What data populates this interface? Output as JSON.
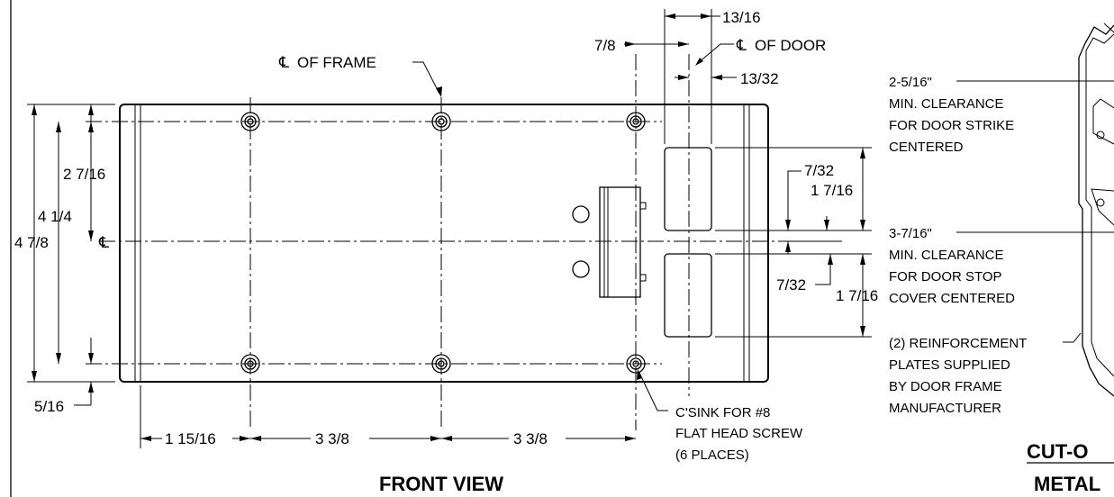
{
  "front_view": {
    "title": "FRONT VIEW",
    "centerline_frame": "OF FRAME",
    "centerline_door": "OF DOOR",
    "dims": {
      "top_13_16": "13/16",
      "top_7_8": "7/8",
      "top_13_32": "13/32",
      "left_2_7_16": "2 7/16",
      "left_4_1_4": "4 1/4",
      "left_4_7_8": "4 7/8",
      "bottom_5_16": "5/16",
      "bottom_1_15_16": "1 15/16",
      "bottom_3_3_8_a": "3 3/8",
      "bottom_3_3_8_b": "3 3/8",
      "right_7_32_upper": "7/32",
      "right_1_7_16_upper": "1 7/16",
      "right_7_32_lower": "7/32",
      "right_1_7_16_lower": "1 7/16"
    },
    "screw_note": [
      "C'SINK FOR #8",
      "FLAT HEAD SCREW",
      "(6 PLACES)"
    ]
  },
  "cutout_view": {
    "title_line1": "CUT-O",
    "title_line2": "METAL",
    "strike_note": [
      "2-5/16\"",
      "MIN. CLEARANCE",
      "FOR DOOR STRIKE",
      "CENTERED"
    ],
    "stop_note": [
      "3-7/16\"",
      "MIN. CLEARANCE",
      "FOR DOOR STOP",
      "COVER CENTERED"
    ],
    "plates_note": [
      "(2) REINFORCEMENT",
      "PLATES SUPPLIED",
      "BY DOOR FRAME",
      "MANUFACTURER"
    ]
  }
}
